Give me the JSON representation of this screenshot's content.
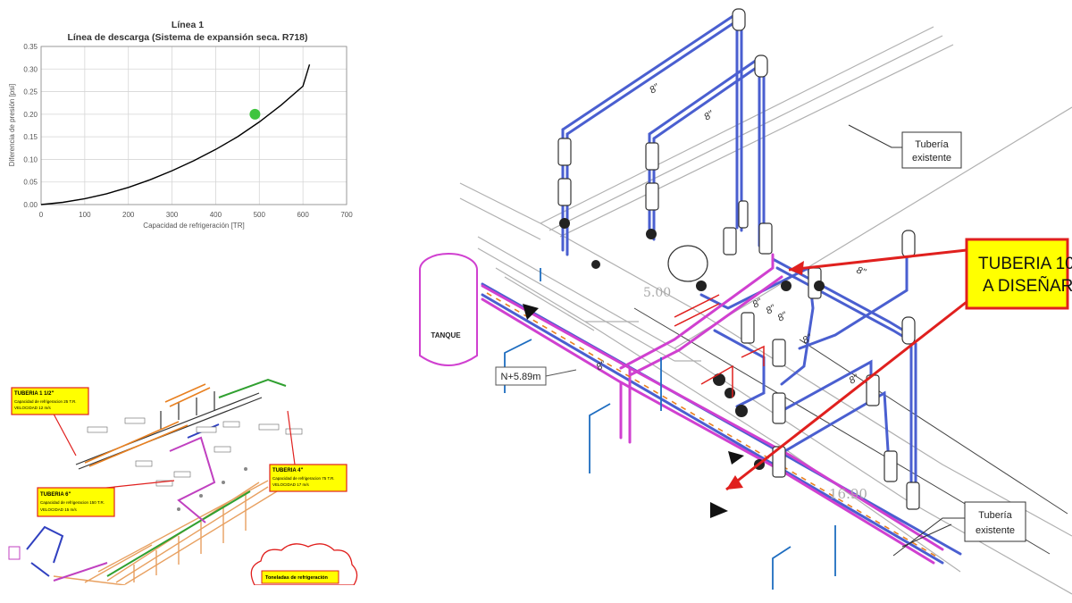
{
  "chart_data": {
    "type": "line",
    "title": "Línea 1",
    "subtitle": "Línea de descarga (Sistema de expansión seca. R718)",
    "xlabel": "Capacidad de refrigeración [TR]",
    "ylabel": "Diferencia de presión [psi]",
    "xlim": [
      0,
      700
    ],
    "ylim": [
      0,
      0.35
    ],
    "xticks": [
      "0",
      "100",
      "200",
      "300",
      "400",
      "500",
      "600",
      "700"
    ],
    "yticks": [
      "0.00",
      "0.05",
      "0.10",
      "0.15",
      "0.20",
      "0.25",
      "0.30",
      "0.35"
    ],
    "grid": true,
    "series": [
      {
        "x": [
          0,
          50,
          100,
          150,
          200,
          250,
          300,
          350,
          400,
          450,
          500,
          550,
          600,
          615
        ],
        "y": [
          0,
          0.005,
          0.013,
          0.024,
          0.038,
          0.055,
          0.075,
          0.097,
          0.122,
          0.15,
          0.183,
          0.22,
          0.262,
          0.31
        ],
        "color": "#000000"
      }
    ],
    "highlight_point": {
      "x": 490,
      "y": 0.2,
      "color": "#3ec43e"
    }
  },
  "small_drawing": {
    "callouts": [
      {
        "title": "TUBERIA 1 1/2\"",
        "line1": "Capacidad de refrigeracion 25 T.R.",
        "line2": "VELOCIDAD 12 m/s"
      },
      {
        "title": "TUBERIA 6\"",
        "line1": "Capacidad de refrigeracion 150 T.R.",
        "line2": "VELOCIDAD 15 m/s"
      },
      {
        "title": "TUBERIA 4\"",
        "line1": "Capacidad de refrigeracion 75 T.R.",
        "line2": "VELOCIDAD 17 m/s"
      },
      {
        "title": "Toneladas de refrigeración",
        "line1": "",
        "line2": ""
      }
    ]
  },
  "big_drawing": {
    "existing_top": [
      "Tubería",
      "existente"
    ],
    "existing_bottom": [
      "Tubería",
      "existente"
    ],
    "design_callout": [
      "TUBERIA 10\"",
      "A DISEÑAR"
    ],
    "elevation": "N+5.89m",
    "dim_a": "5.00",
    "dim_b": "16.90",
    "tank_label": "TANQUE",
    "pipe_size": "8\"",
    "colors": {
      "blue_pipe": "#4a5fd0",
      "magenta_pipe": "#d040d0",
      "callout_red": "#e0201e",
      "callout_fill": "#ffff00"
    }
  }
}
